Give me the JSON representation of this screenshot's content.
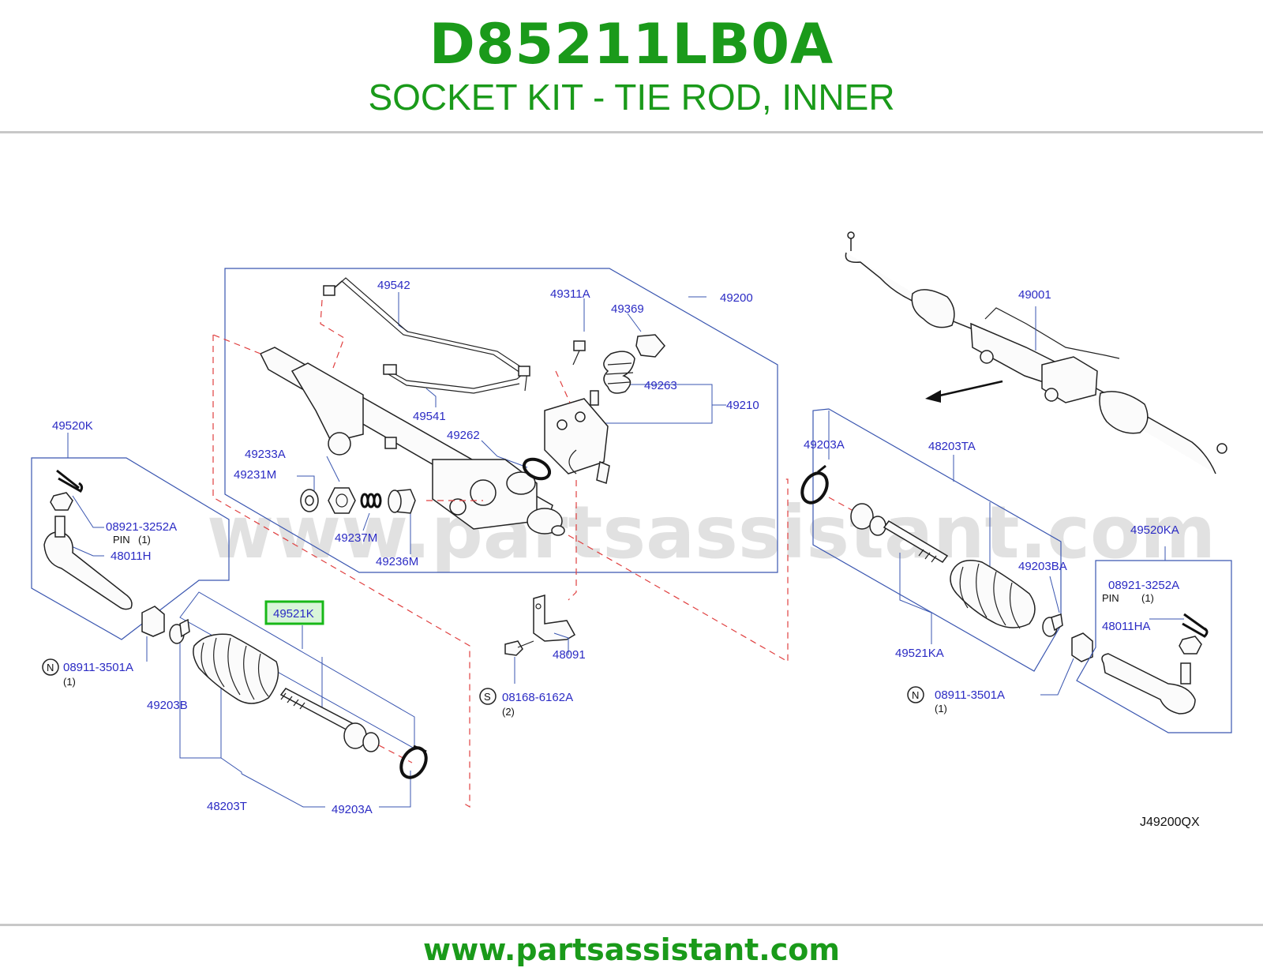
{
  "header": {
    "part_number": "D85211LB0A",
    "description": "SOCKET KIT - TIE ROD, INNER"
  },
  "footer": {
    "url": "www.partsassistant.com"
  },
  "watermark": "www.partsassistant.com",
  "colors": {
    "title_green": "#1a9a1a",
    "label_blue": "#2b2bc4",
    "highlight_green": "#18b818",
    "dash_red": "#e04040"
  },
  "diagram_code": "J49200QX",
  "highlighted_part": "49521K",
  "callouts": {
    "c49542": "49542",
    "c49311A": "49311A",
    "c49369": "49369",
    "c49200": "49200",
    "c49263": "49263",
    "c49210": "49210",
    "c49541": "49541",
    "c49262": "49262",
    "c49233A": "49233A",
    "c49231M": "49231M",
    "c49237M": "49237M",
    "c49236M": "49236M",
    "c49520K": "49520K",
    "c08921_3252A_left": "08921-3252A",
    "pin_left": "PIN",
    "pin_left_qty": "(1)",
    "c48011H": "48011H",
    "c49521K": "49521K",
    "c08911_3501A_left": "08911-3501A",
    "c08911_3501A_left_qty": "(1)",
    "n_mark_left": "N",
    "c49203B": "49203B",
    "c48203T": "48203T",
    "c49203A_left": "49203A",
    "c48091": "48091",
    "s_mark": "S",
    "c08168_6162A": "08168-6162A",
    "c08168_6162A_qty": "(2)",
    "c49001": "49001",
    "c49203A_right": "49203A",
    "c48203TA": "48203TA",
    "c49203BA": "49203BA",
    "c49521KA": "49521KA",
    "n_mark_right": "N",
    "c08911_3501A_right": "08911-3501A",
    "c08911_3501A_right_qty": "(1)",
    "c49520KA": "49520KA",
    "c08921_3252A_right": "08921-3252A",
    "pin_right": "PIN",
    "pin_right_qty": "(1)",
    "c48011HA": "48011HA"
  }
}
